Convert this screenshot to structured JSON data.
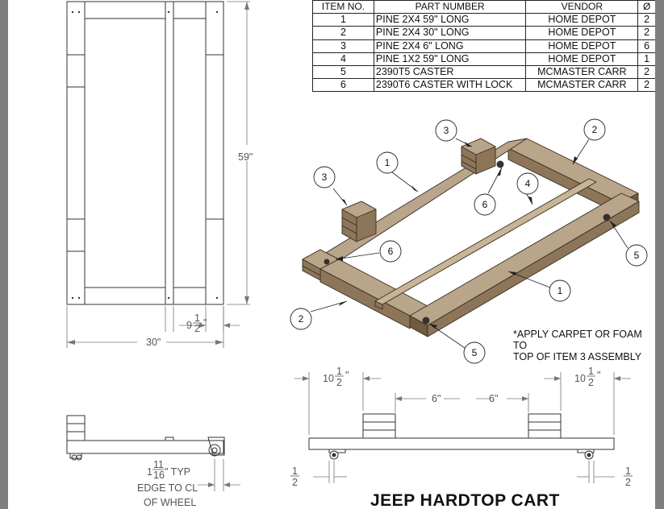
{
  "bom": {
    "headers": [
      "ITEM NO.",
      "PART NUMBER",
      "VENDOR",
      "Ø"
    ],
    "rows": [
      {
        "item": "1",
        "part": "PINE 2X4 59\" LONG",
        "vendor": "HOME DEPOT",
        "qty": "2"
      },
      {
        "item": "2",
        "part": "PINE 2X4 30\" LONG",
        "vendor": "HOME DEPOT",
        "qty": "2"
      },
      {
        "item": "3",
        "part": "PINE 2X4 6\" LONG",
        "vendor": "HOME DEPOT",
        "qty": "6"
      },
      {
        "item": "4",
        "part": "PINE 1X2 59\" LONG",
        "vendor": "HOME DEPOT",
        "qty": "1"
      },
      {
        "item": "5",
        "part": "2390T5 CASTER",
        "vendor": "MCMASTER CARR",
        "qty": "2"
      },
      {
        "item": "6",
        "part": "2390T6 CASTER WITH LOCK",
        "vendor": "MCMASTER CARR",
        "qty": "2"
      }
    ]
  },
  "dims": {
    "height": "59\"",
    "width": "30\"",
    "inner_whole": "9",
    "inner_num": "1",
    "inner_den": "2",
    "typ_whole": "1",
    "typ_num": "11",
    "typ_den": "16",
    "typ_suffix": "\" TYP",
    "edge_line1": "EDGE TO CL",
    "edge_line2": "OF WHEEL",
    "left_whole": "10",
    "left_num": "1",
    "left_den": "2",
    "right_whole": "10",
    "right_num": "1",
    "right_den": "2",
    "six_left": "6\"",
    "six_right": "6\"",
    "half_left_num": "1",
    "half_left_den": "2",
    "half_right_num": "1",
    "half_right_den": "2"
  },
  "balloons": {
    "b3_top": "3",
    "b2_top": "2",
    "b1_top": "1",
    "b3_left": "3",
    "b4": "4",
    "b6_mid": "6",
    "b6_left": "6",
    "b5_right": "5",
    "b1_bottom": "1",
    "b2_bottom": "2",
    "b5_bottom": "5"
  },
  "note": {
    "line1": "*APPLY CARPET OR FOAM TO",
    "line2": "TOP OF ITEM 3 ASSEMBLY"
  },
  "title": "JEEP HARDTOP CART",
  "colors": {
    "wood_top": "#b8a58a",
    "wood_side": "#8c7559",
    "wood_dark": "#6f5a42",
    "line": "#333333",
    "dim": "#666666",
    "viewer_bg": "#7f7f7f"
  }
}
